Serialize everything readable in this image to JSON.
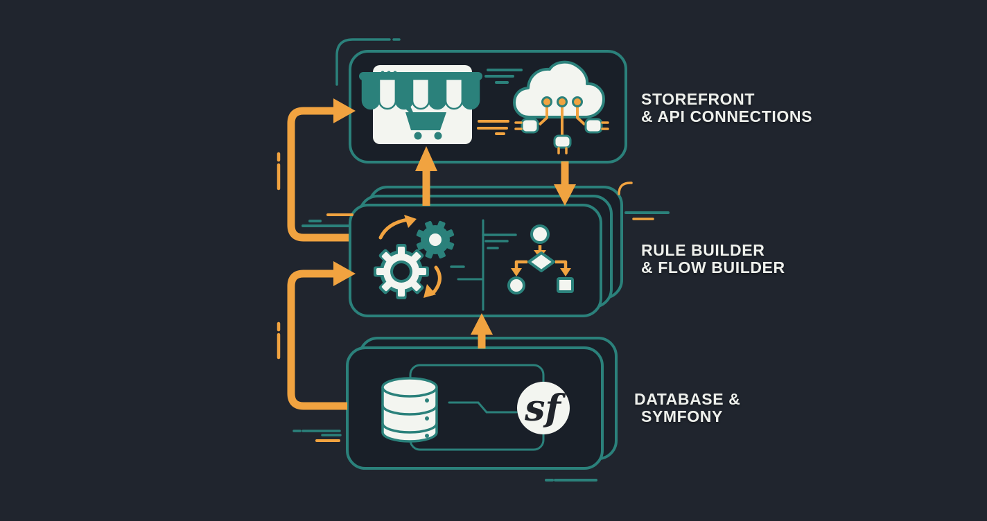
{
  "diagram": {
    "type": "flow-diagram",
    "background_color": "#20252e",
    "panel_color": "#191f28",
    "accent_teal": "#2b817b",
    "accent_orange": "#f1a340",
    "label_color": "#eef0ec",
    "nodes": [
      {
        "id": "storefront-api",
        "label_line1": "STOREFRONT",
        "label_line2": "& API CONNECTIONS",
        "icons": [
          "storefront-icon",
          "cloud-api-connections-icon"
        ]
      },
      {
        "id": "rule-flow-builder",
        "label_line1": "RULE BUILDER",
        "label_line2": "& FLOW BUILDER",
        "icons": [
          "gears-icon",
          "flowchart-icon"
        ]
      },
      {
        "id": "database-symfony",
        "label_line1": "DATABASE &",
        "label_line2": "SYMFONY",
        "icons": [
          "database-icon",
          "symfony-logo"
        ],
        "symfony_monogram": "sf"
      }
    ],
    "connections": [
      {
        "from": "rule-flow-builder",
        "to": "storefront-api",
        "style": "left-elbow-up-arrow"
      },
      {
        "from": "database-symfony",
        "to": "rule-flow-builder",
        "style": "left-elbow-up-arrow"
      },
      {
        "from": "rule-flow-builder",
        "to": "storefront-api",
        "style": "vertical-up-arrow"
      },
      {
        "from": "storefront-api",
        "to": "rule-flow-builder",
        "style": "vertical-down-arrow"
      },
      {
        "from": "database-symfony",
        "to": "rule-flow-builder",
        "style": "vertical-up-arrow"
      }
    ]
  }
}
